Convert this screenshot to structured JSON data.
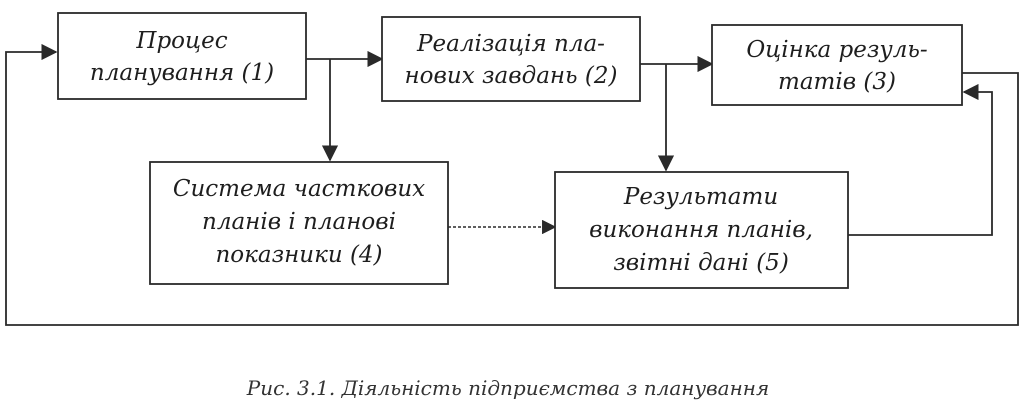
{
  "boxes": {
    "b1": {
      "line1": "Процес",
      "line2": "планування (1)"
    },
    "b2": {
      "line1": "Реалізація пла-",
      "line2": "нових завдань (2)"
    },
    "b3": {
      "line1": "Оцінка резуль-",
      "line2": "татів (3)"
    },
    "b4": {
      "line1": "Система часткових",
      "line2": "планів і планові",
      "line3": "показники (4)"
    },
    "b5": {
      "line1": "Результати",
      "line2": "виконання планів,",
      "line3": "звітні дані (5)"
    }
  },
  "caption": "Рис. 3.1. Діяльність підприємства з планування",
  "colors": {
    "ink": "#2a2a2a",
    "paper": "#ffffff"
  }
}
